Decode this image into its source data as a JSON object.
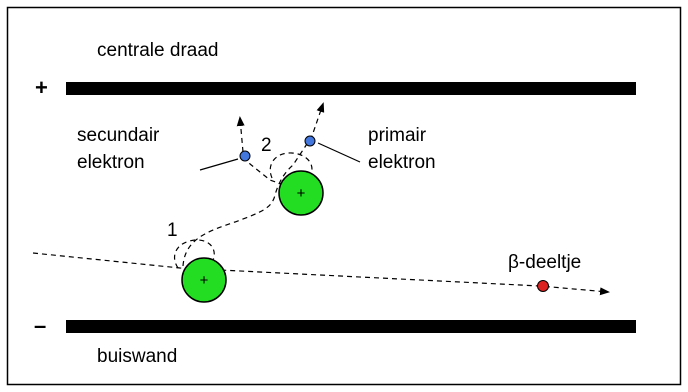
{
  "labels": {
    "central_wire": "centrale draad",
    "tube_wall": "buiswand",
    "secondary_electron_line1": "secundair",
    "secondary_electron_line2": "elektron",
    "primary_electron_line1": "primair",
    "primary_electron_line2": "elektron",
    "beta_particle": "β-deeltje",
    "step_1": "1",
    "step_2": "2",
    "positive_sign": "+",
    "negative_sign": "–",
    "ion_sign": "+"
  },
  "colors": {
    "ion_fill": "#22dd22",
    "electron_fill": "#4477dd",
    "beta_fill": "#dd2222",
    "electrode": "#000000"
  }
}
